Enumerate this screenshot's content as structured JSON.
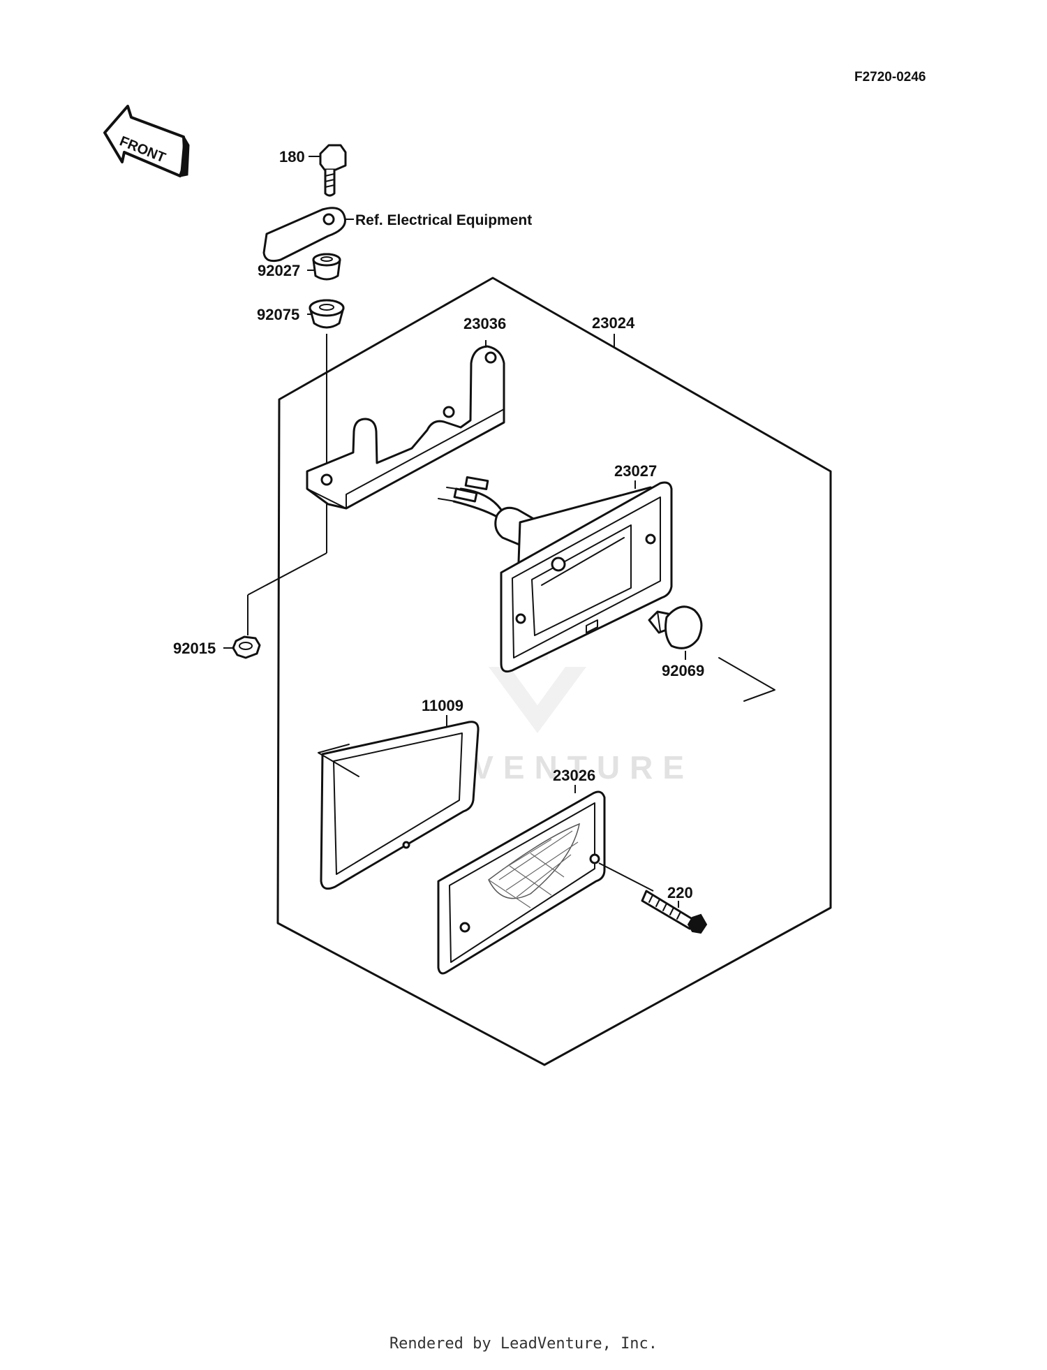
{
  "diagram": {
    "code": "F2720-0246",
    "front_label": "FRONT",
    "ref_note": "Ref. Electrical Equipment",
    "parts": {
      "p180": "180",
      "p92027": "92027",
      "p92075": "92075",
      "p23036": "23036",
      "p23024": "23024",
      "p23027": "23027",
      "p92015": "92015",
      "p92069": "92069",
      "p11009": "11009",
      "p23026": "23026",
      "p220": "220"
    },
    "watermark": "LEADVENTURE"
  },
  "footer": {
    "text": "Rendered by LeadVenture, Inc."
  }
}
